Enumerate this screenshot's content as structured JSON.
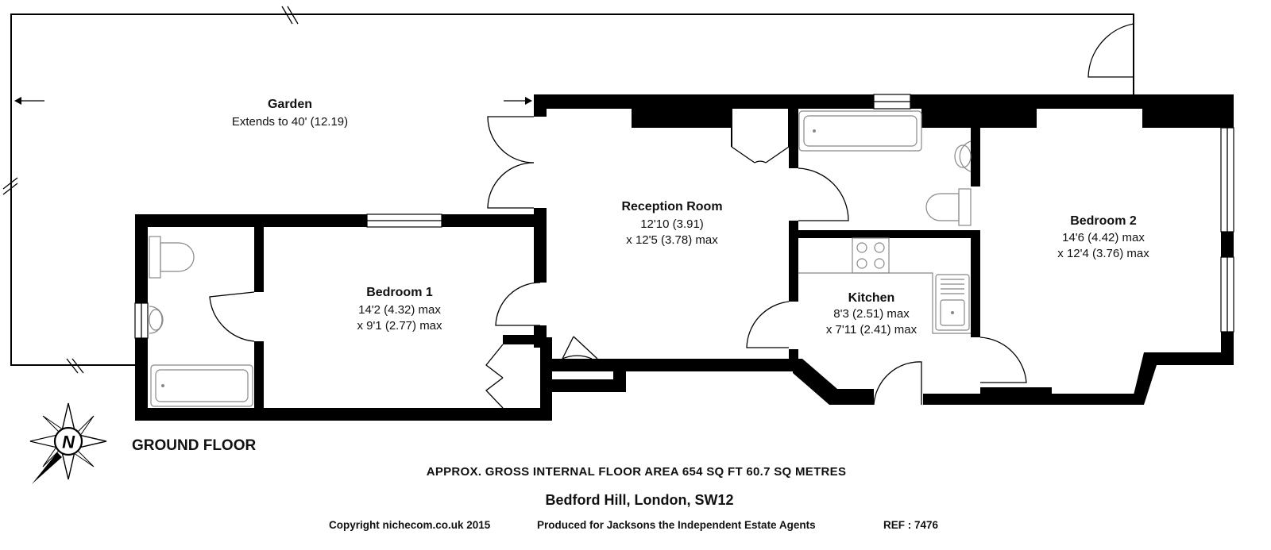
{
  "rooms": {
    "garden": {
      "name": "Garden",
      "dims": [
        "Extends to 40' (12.19)"
      ]
    },
    "reception": {
      "name": "Reception Room",
      "dims": [
        "12'10 (3.91)",
        "x 12'5 (3.78) max"
      ]
    },
    "bedroom1": {
      "name": "Bedroom 1",
      "dims": [
        "14'2 (4.32) max",
        "x 9'1 (2.77) max"
      ]
    },
    "bedroom2": {
      "name": "Bedroom 2",
      "dims": [
        "14'6 (4.42) max",
        "x 12'4 (3.76) max"
      ]
    },
    "kitchen": {
      "name": "Kitchen",
      "dims": [
        "8'3 (2.51) max",
        "x 7'11 (2.41) max"
      ]
    }
  },
  "floor_label": "GROUND FLOOR",
  "compass": {
    "letter": "N",
    "icon": "north-compass-icon"
  },
  "footer": {
    "area": "APPROX. GROSS INTERNAL FLOOR AREA 654 SQ FT 60.7 SQ METRES",
    "address": "Bedford Hill, London, SW12",
    "copyright": "Copyright nichecom.co.uk 2015",
    "produced": "Produced for Jacksons the Independent Estate Agents",
    "ref": "REF : 7476"
  },
  "colors": {
    "wall": "#000000",
    "background": "#ffffff",
    "fixture_outline": "#888888"
  }
}
